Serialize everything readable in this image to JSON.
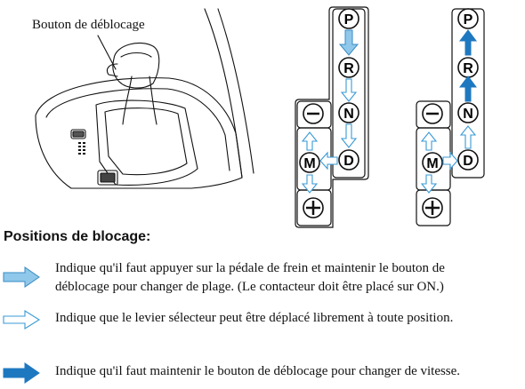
{
  "illustration": {
    "release_button_label": "Bouton de déblocage"
  },
  "gates": {
    "positions": [
      "P",
      "R",
      "N",
      "D",
      "M"
    ],
    "minus_symbol": "—",
    "plus_symbol": "+"
  },
  "legend": {
    "heading": "Positions de blocage:",
    "items": [
      {
        "arrow_style": "light-blue-filled",
        "text_lines": [
          "Indique qu'il faut appuyer sur la pédale de frein et maintenir le bouton de",
          "déblocage pour changer de plage. (Le contacteur doit être placé sur ON.)"
        ]
      },
      {
        "arrow_style": "outline",
        "text_lines": [
          "Indique que le levier sélecteur peut être déplacé librement à toute position."
        ]
      },
      {
        "arrow_style": "dark-blue-filled",
        "text_lines": [
          "Indique qu'il faut maintenir le bouton de déblocage pour changer de vitesse."
        ]
      }
    ]
  },
  "colors": {
    "light_blue": "#8fc8ea",
    "dark_blue": "#1e78c0",
    "outline_blue": "#3a9ad6",
    "line": "#111111"
  }
}
